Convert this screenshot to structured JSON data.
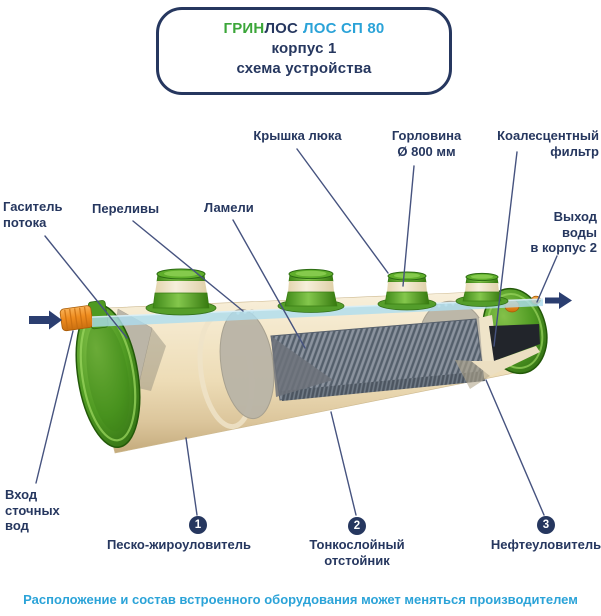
{
  "title": {
    "brand_green": "ГРИН",
    "brand_navy": "ЛОС",
    "model": "ЛОС СП 80",
    "line2": "корпус 1",
    "line3": "схема устройства"
  },
  "labels": {
    "hatch_cover": "Крышка люка",
    "neck": "Горловина\nØ 800 мм",
    "coalescent_filter": "Коалесцентный\nфильтр",
    "flow_damper": "Гаситель\nпотока",
    "overflows": "Переливы",
    "lamellas": "Ламели",
    "outlet": "Выход\nводы\nв корпус 2",
    "inlet": "Вход\nсточных\nвод"
  },
  "legend": [
    {
      "num": "1",
      "label": "Песко-жироуловитель"
    },
    {
      "num": "2",
      "label": "Тонкослойный\nотстойник"
    },
    {
      "num": "3",
      "label": "Нефтеуловитель"
    }
  ],
  "caption": "Расположение и состав встроенного оборудования может меняться производителем",
  "colors": {
    "navy": "#26375f",
    "light_blue": "#2ba3d8",
    "brand_green": "#3ba639",
    "tank_cream": "#eddcb6",
    "cap_green": "#4f9a22",
    "orange": "#ef8c1e"
  }
}
